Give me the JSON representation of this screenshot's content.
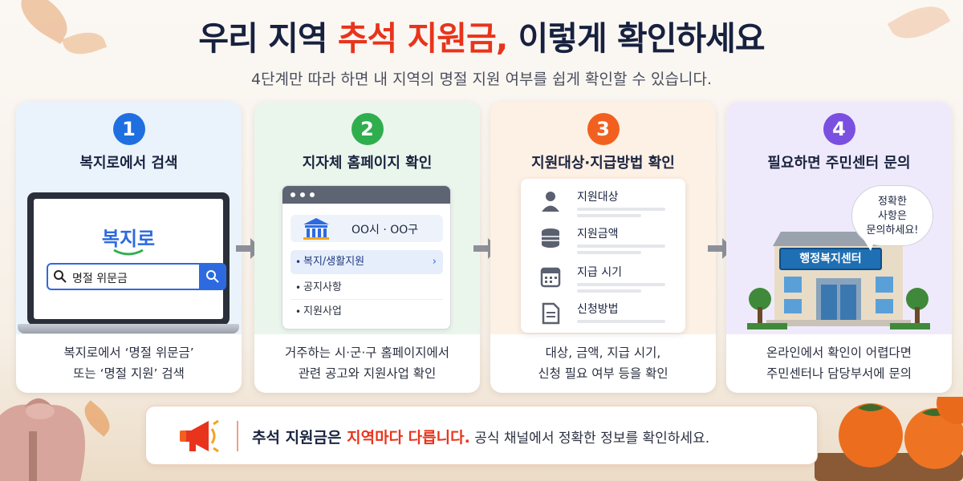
{
  "header": {
    "title_part1": "우리 지역 ",
    "title_highlight": "추석 지원금,",
    "title_part2": " 이렇게 확인하세요",
    "subtitle": "4단계만 따라 하면 내 지역의 명절 지원 여부를 쉽게 확인할 수 있습니다."
  },
  "steps": [
    {
      "number": "1",
      "title": "복지로에서 검색",
      "desc_line1": "복지로에서 ‘명절 위문금’",
      "desc_line2": "또는 ‘명절 지원’ 검색",
      "color": "#1f6fe0",
      "bg": "#eaf3fc",
      "logo": "복지로",
      "search_query": "명절 위문금"
    },
    {
      "number": "2",
      "title": "지자체 홈페이지 확인",
      "desc_line1": "거주하는 시·군·구 홈페이지에서",
      "desc_line2": "관련 공고와 지원사업 확인",
      "color": "#2fae4e",
      "bg": "#eaf6ec",
      "city": "OO시 · OO구",
      "menu": [
        "복지/생활지원",
        "공지사항",
        "지원사업"
      ]
    },
    {
      "number": "3",
      "title": "지원대상·지급방법 확인",
      "desc_line1": "대상, 금액, 지급 시기,",
      "desc_line2": "신청 필요 여부 등을 확인",
      "color": "#f2601f",
      "bg": "#fdf0e4",
      "items": [
        "지원대상",
        "지원금액",
        "지급 시기",
        "신청방법"
      ]
    },
    {
      "number": "4",
      "title": "필요하면 주민센터 문의",
      "desc_line1": "온라인에서 확인이 어렵다면",
      "desc_line2": "주민센터나 담당부서에 문의",
      "color": "#7b4fe0",
      "bg": "#efeafb",
      "bubble_line1": "정확한",
      "bubble_line2": "사항은",
      "bubble_line3": "문의하세요!",
      "sign": "행정복지센터"
    }
  ],
  "banner": {
    "bold": "추석 지원금은 ",
    "red": "지역마다 다릅니다.",
    "rest": " 공식 채널에서 정확한 정보를 확인하세요.",
    "accent": "#e8341c"
  }
}
